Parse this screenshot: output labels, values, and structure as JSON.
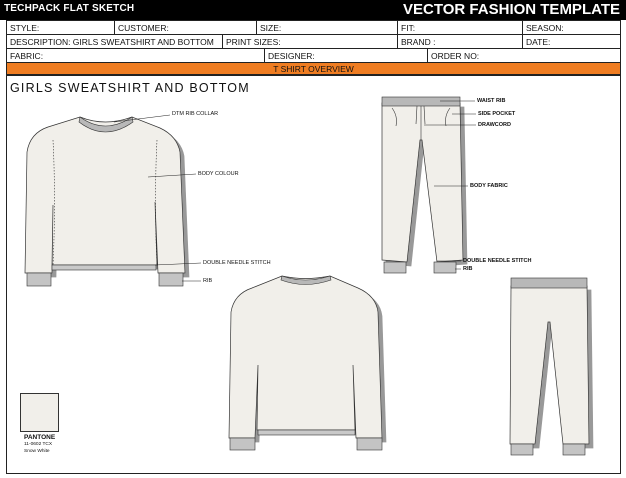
{
  "header": {
    "left_title": "TECHPACK FLAT SKETCH",
    "right_title": "VECTOR FASHION TEMPLATE"
  },
  "info_grid": {
    "row1": [
      "STYLE:",
      "CUSTOMER:",
      "SIZE:",
      "FIT:",
      "SEASON:"
    ],
    "row2": [
      "DESCRIPTION:  GIRLS SWEATSHIRT AND BOTTOM",
      "PRINT SIZES:",
      "BRAND :",
      "DATE:"
    ],
    "row3": [
      "FABRIC:",
      "DESIGNER:",
      "ORDER NO:"
    ]
  },
  "section_bar": "T SHIRT OVERVIEW",
  "page_title": "GIRLS SWEATSHIRT AND BOTTOM",
  "sweatshirt_labels": {
    "collar": "DTM  RIB COLLAR",
    "body": "BODY COLOUR",
    "stitch": "DOUBLE NEEDLE STITCH",
    "rib": "RIB"
  },
  "pants_labels": {
    "waist": "WAIST RIB",
    "pocket": "SIDE POCKET",
    "drawcord": "DRAWCORD",
    "fabric": "BODY FABRIC",
    "stitch": "DOUBLE NEEDLE STITCH",
    "rib": "RIB"
  },
  "pantone": {
    "label": "PANTONE",
    "code": "11-0602 TCX",
    "name": "Snow White",
    "color": "#f1efea"
  },
  "colors": {
    "accent": "#ef7d22",
    "garment": "#f1efea",
    "rib": "#b8b8b8"
  }
}
